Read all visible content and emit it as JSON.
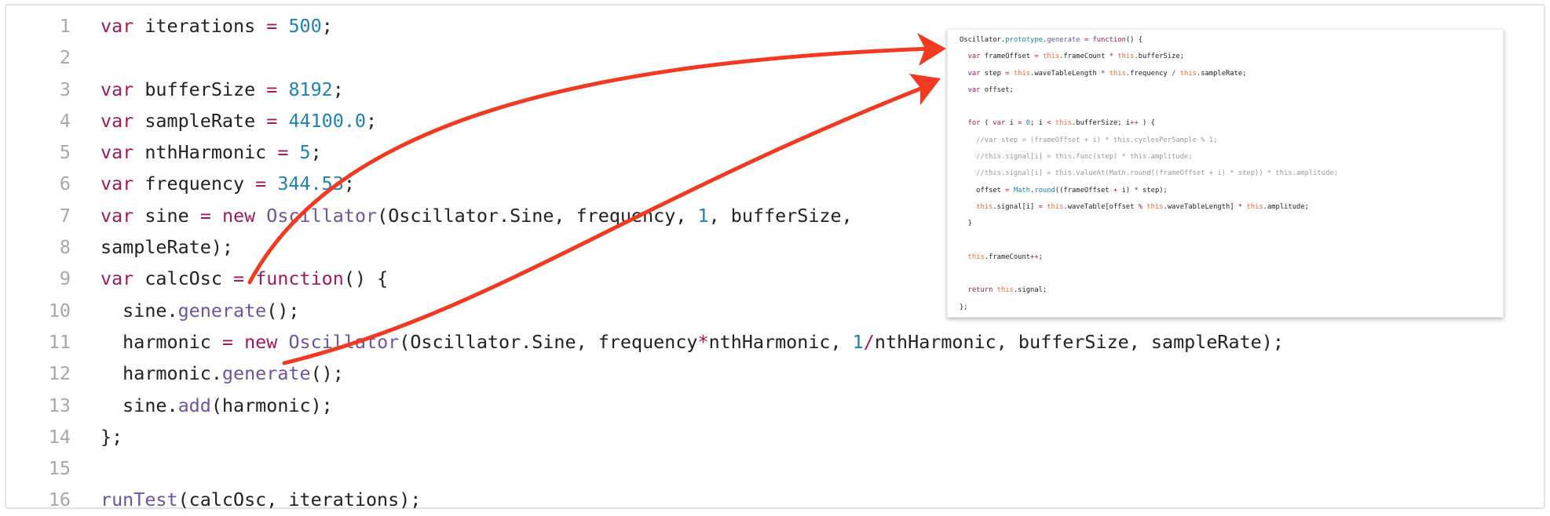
{
  "main_code": {
    "lines": [
      {
        "n": "1",
        "tokens": [
          [
            "k",
            "var"
          ],
          [
            "p",
            " iterations "
          ],
          [
            "o",
            "="
          ],
          [
            "p",
            " "
          ],
          [
            "n",
            "500"
          ],
          [
            "p",
            ";"
          ]
        ]
      },
      {
        "n": "2",
        "tokens": []
      },
      {
        "n": "3",
        "tokens": [
          [
            "k",
            "var"
          ],
          [
            "p",
            " bufferSize "
          ],
          [
            "o",
            "="
          ],
          [
            "p",
            " "
          ],
          [
            "n",
            "8192"
          ],
          [
            "p",
            ";"
          ]
        ]
      },
      {
        "n": "4",
        "tokens": [
          [
            "k",
            "var"
          ],
          [
            "p",
            " sampleRate "
          ],
          [
            "o",
            "="
          ],
          [
            "p",
            " "
          ],
          [
            "n",
            "44100.0"
          ],
          [
            "p",
            ";"
          ]
        ]
      },
      {
        "n": "5",
        "tokens": [
          [
            "k",
            "var"
          ],
          [
            "p",
            " nthHarmonic "
          ],
          [
            "o",
            "="
          ],
          [
            "p",
            " "
          ],
          [
            "n",
            "5"
          ],
          [
            "p",
            ";"
          ]
        ]
      },
      {
        "n": "6",
        "tokens": [
          [
            "k",
            "var"
          ],
          [
            "p",
            " frequency "
          ],
          [
            "o",
            "="
          ],
          [
            "p",
            " "
          ],
          [
            "n",
            "344.53"
          ],
          [
            "p",
            ";"
          ]
        ]
      },
      {
        "n": "7",
        "tokens": [
          [
            "k",
            "var"
          ],
          [
            "p",
            " sine "
          ],
          [
            "o",
            "="
          ],
          [
            "p",
            " "
          ],
          [
            "k",
            "new"
          ],
          [
            "p",
            " "
          ],
          [
            "f",
            "Oscillator"
          ],
          [
            "p",
            "(Oscillator.Sine, frequency, "
          ],
          [
            "n",
            "1"
          ],
          [
            "p",
            ", bufferSize, sampleRate);"
          ]
        ]
      },
      {
        "n": "8",
        "tokens": []
      },
      {
        "n": "9",
        "tokens": [
          [
            "k",
            "var"
          ],
          [
            "p",
            " calcOsc "
          ],
          [
            "o",
            "="
          ],
          [
            "p",
            " "
          ],
          [
            "k",
            "function"
          ],
          [
            "p",
            "() {"
          ]
        ]
      },
      {
        "n": "10",
        "tokens": [
          [
            "p",
            "  sine."
          ],
          [
            "f",
            "generate"
          ],
          [
            "p",
            "();"
          ]
        ]
      },
      {
        "n": "11",
        "tokens": [
          [
            "p",
            "  harmonic "
          ],
          [
            "o",
            "="
          ],
          [
            "p",
            " "
          ],
          [
            "k",
            "new"
          ],
          [
            "p",
            " "
          ],
          [
            "f",
            "Oscillator"
          ],
          [
            "p",
            "(Oscillator.Sine, frequency"
          ],
          [
            "o",
            "*"
          ],
          [
            "p",
            "nthHarmonic, "
          ],
          [
            "n",
            "1"
          ],
          [
            "o",
            "/"
          ],
          [
            "p",
            "nthHarmonic, bufferSize, sampleRate);"
          ]
        ]
      },
      {
        "n": "12",
        "tokens": [
          [
            "p",
            "  harmonic."
          ],
          [
            "f",
            "generate"
          ],
          [
            "p",
            "();"
          ]
        ]
      },
      {
        "n": "13",
        "tokens": [
          [
            "p",
            "  sine."
          ],
          [
            "f",
            "add"
          ],
          [
            "p",
            "(harmonic);"
          ]
        ]
      },
      {
        "n": "14",
        "tokens": [
          [
            "p",
            "};"
          ]
        ]
      },
      {
        "n": "15",
        "tokens": []
      },
      {
        "n": "16",
        "tokens": [
          [
            "f",
            "runTest"
          ],
          [
            "p",
            "(calcOsc, iterations);"
          ]
        ]
      }
    ]
  },
  "inset_code": {
    "lines": [
      [
        [
          "p",
          "Oscillator."
        ],
        [
          "n",
          "prototype"
        ],
        [
          "p",
          "."
        ],
        [
          "f",
          "generate"
        ],
        [
          "p",
          " "
        ],
        [
          "o",
          "="
        ],
        [
          "p",
          " "
        ],
        [
          "k",
          "function"
        ],
        [
          "p",
          "() {"
        ]
      ],
      [
        [
          "p",
          "  "
        ],
        [
          "k",
          "var"
        ],
        [
          "p",
          " frameOffset "
        ],
        [
          "o",
          "="
        ],
        [
          "p",
          " "
        ],
        [
          "t",
          "this"
        ],
        [
          "p",
          ".frameCount "
        ],
        [
          "o",
          "*"
        ],
        [
          "p",
          " "
        ],
        [
          "t",
          "this"
        ],
        [
          "p",
          ".bufferSize;"
        ]
      ],
      [
        [
          "p",
          "  "
        ],
        [
          "k",
          "var"
        ],
        [
          "p",
          " step "
        ],
        [
          "o",
          "="
        ],
        [
          "p",
          " "
        ],
        [
          "t",
          "this"
        ],
        [
          "p",
          ".waveTableLength "
        ],
        [
          "o",
          "*"
        ],
        [
          "p",
          " "
        ],
        [
          "t",
          "this"
        ],
        [
          "p",
          ".frequency "
        ],
        [
          "o",
          "/"
        ],
        [
          "p",
          " "
        ],
        [
          "t",
          "this"
        ],
        [
          "p",
          ".sampleRate;"
        ]
      ],
      [
        [
          "p",
          "  "
        ],
        [
          "k",
          "var"
        ],
        [
          "p",
          " offset;"
        ]
      ],
      [],
      [
        [
          "p",
          "  "
        ],
        [
          "k",
          "for"
        ],
        [
          "p",
          " ( "
        ],
        [
          "k",
          "var"
        ],
        [
          "p",
          " i "
        ],
        [
          "o",
          "="
        ],
        [
          "p",
          " "
        ],
        [
          "n",
          "0"
        ],
        [
          "p",
          "; i "
        ],
        [
          "o",
          "<"
        ],
        [
          "p",
          " "
        ],
        [
          "t",
          "this"
        ],
        [
          "p",
          ".bufferSize; i"
        ],
        [
          "o",
          "++"
        ],
        [
          "p",
          " ) {"
        ]
      ],
      [
        [
          "c",
          "    //var step = (frameOffset + i) * this.cyclesPerSample % 1;"
        ]
      ],
      [
        [
          "c",
          "    //this.signal[i] = this.func(step) * this.amplitude;"
        ]
      ],
      [
        [
          "c",
          "    //this.signal[i] = this.valueAt(Math.round((frameOffset + i) * step)) * this.amplitude;"
        ]
      ],
      [
        [
          "p",
          "    offset "
        ],
        [
          "o",
          "="
        ],
        [
          "p",
          " "
        ],
        [
          "n",
          "Math"
        ],
        [
          "p",
          "."
        ],
        [
          "n",
          "round"
        ],
        [
          "p",
          "((frameOffset "
        ],
        [
          "o",
          "+"
        ],
        [
          "p",
          " i) "
        ],
        [
          "o",
          "*"
        ],
        [
          "p",
          " step);"
        ]
      ],
      [
        [
          "p",
          "    "
        ],
        [
          "t",
          "this"
        ],
        [
          "p",
          ".signal[i] "
        ],
        [
          "o",
          "="
        ],
        [
          "p",
          " "
        ],
        [
          "t",
          "this"
        ],
        [
          "p",
          ".waveTable[offset "
        ],
        [
          "o",
          "%"
        ],
        [
          "p",
          " "
        ],
        [
          "t",
          "this"
        ],
        [
          "p",
          ".waveTableLength] "
        ],
        [
          "o",
          "*"
        ],
        [
          "p",
          " "
        ],
        [
          "t",
          "this"
        ],
        [
          "p",
          ".amplitude;"
        ]
      ],
      [
        [
          "p",
          "  }"
        ]
      ],
      [],
      [
        [
          "p",
          "  "
        ],
        [
          "t",
          "this"
        ],
        [
          "p",
          ".frameCount"
        ],
        [
          "o",
          "++"
        ],
        [
          "p",
          ";"
        ]
      ],
      [],
      [
        [
          "p",
          "  "
        ],
        [
          "k",
          "return"
        ],
        [
          "p",
          " "
        ],
        [
          "t",
          "this"
        ],
        [
          "p",
          ".signal;"
        ]
      ],
      [
        [
          "p",
          "};"
        ]
      ]
    ]
  },
  "annotation": {
    "arrow_color": "#f23a22"
  }
}
